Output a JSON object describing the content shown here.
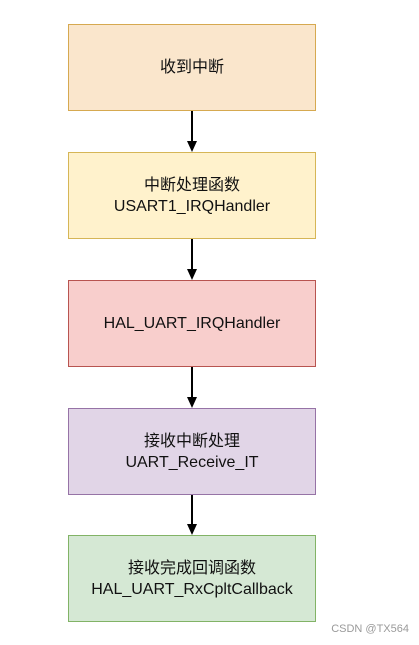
{
  "nodes": [
    {
      "lines": [
        "收到中断"
      ],
      "fill": "#fae6cc",
      "stroke": "#d6a950"
    },
    {
      "lines": [
        "中断处理函数",
        "USART1_IRQHandler"
      ],
      "fill": "#fff2cc",
      "stroke": "#d6b656"
    },
    {
      "lines": [
        "HAL_UART_IRQHandler"
      ],
      "fill": "#f8cecc",
      "stroke": "#b85450"
    },
    {
      "lines": [
        "接收中断处理",
        "UART_Receive_IT"
      ],
      "fill": "#e1d5e7",
      "stroke": "#9673a6"
    },
    {
      "lines": [
        "接收完成回调函数",
        "HAL_UART_RxCpltCallback"
      ],
      "fill": "#d5e8d4",
      "stroke": "#82b366"
    }
  ],
  "watermark": "CSDN @TX564"
}
